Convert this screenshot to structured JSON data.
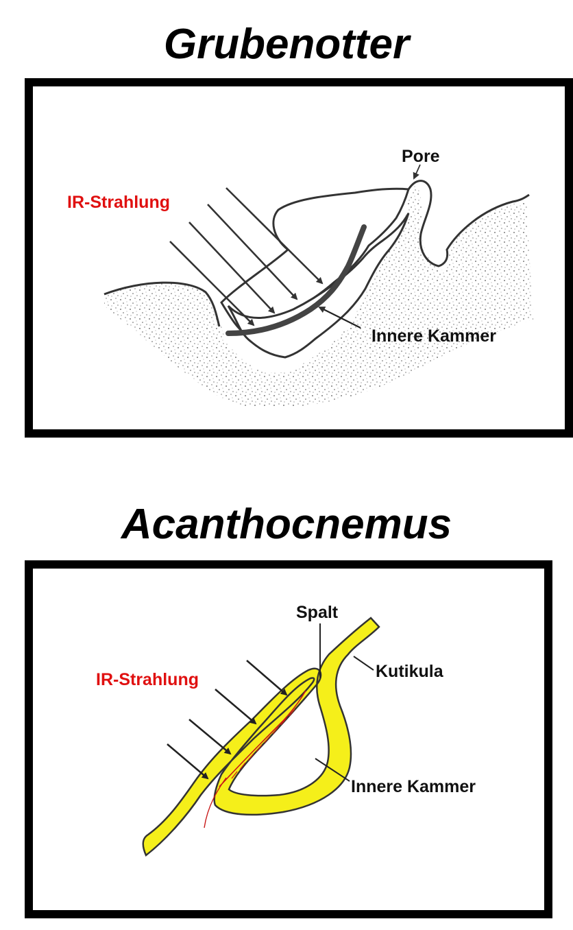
{
  "diagrams": [
    {
      "title": "Grubenotter",
      "labels": {
        "radiation": "IR-Strahlung",
        "pore": "Pore",
        "inner_chamber": "Innere Kammer"
      }
    },
    {
      "title": "Acanthocnemus",
      "labels": {
        "radiation": "IR-Strahlung",
        "slit": "Spalt",
        "cuticle": "Kutikula",
        "inner_chamber": "Innere Kammer"
      }
    }
  ],
  "colors": {
    "radiation_label": "#e01010",
    "cuticle_fill": "#f5ef1a",
    "outline": "#333333",
    "membrane": "#444444"
  }
}
